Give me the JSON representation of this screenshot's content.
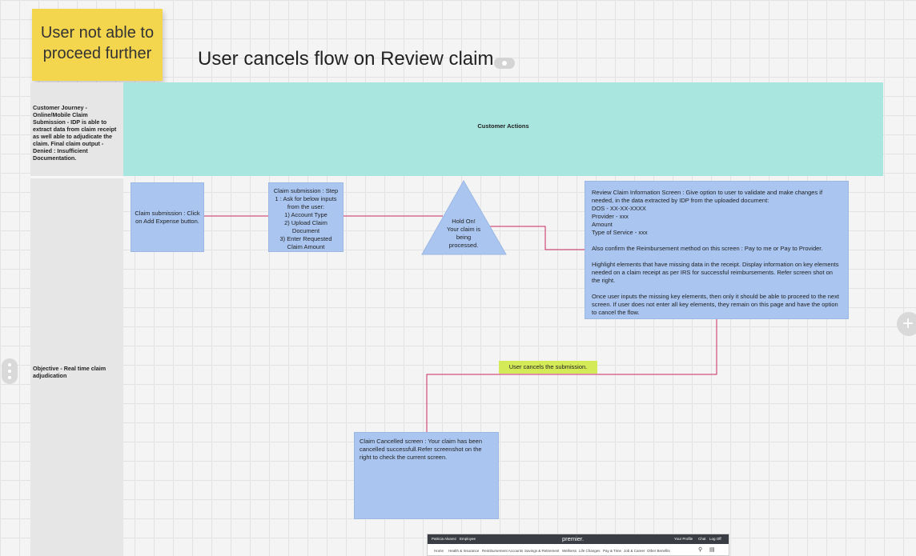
{
  "sticky_note": {
    "text": "User not able to proceed further"
  },
  "board_title": "User cancels flow on Review claim",
  "lanes": {
    "journey": "Customer Journey - Online/Mobile  Claim Submission - IDP is able to extract data from claim receipt as well able to adjudicate the claim. Final claim output - Denied : Insufficient Documentation.",
    "objective": "Objective - Real time claim adjudication",
    "header": "Customer Actions"
  },
  "nodes": {
    "claim_submission": "Claim submission : Click on Add Expense button.",
    "step1_lines": [
      "Claim submission : Step",
      "1 : Ask for below inputs",
      "from the user:",
      "1) Account Type",
      "2) Upload Claim",
      "Document",
      "3) Enter Requested",
      "Claim  Amount"
    ],
    "hold_on_lines": [
      "Hold On!",
      "Your claim is",
      "being",
      "processed."
    ],
    "review_lines": [
      "Review Claim Information Screen : Give option to user to validate and make changes if needed, in the data extracted by IDP from the uploaded document:",
      "DOS - XX-XX-XXXX",
      "Provider - xxx",
      "Amount",
      "Type of Service - xxx",
      "",
      "Also confirm the Reimbursement method on this screen : Pay to me or Pay to Provider.",
      "",
      "Highlight elements that have missing data in the receipt. Display information on key elements needed on a claim receipt as per IRS for successful reimbursements. Refer screen shot on the right.",
      "",
      "Once user inputs the missing key elements, then only it should be able to proceed to the next screen. If user does not enter all key elements, they remain on this page and have the option to cancel the flow."
    ],
    "cancel_label": "User cancels the submission.",
    "cancelled": "Claim Cancelled screen : Your claim has been cancelled successfull.Refer screenshot on the right to check the current screen."
  },
  "screenshot": {
    "brand": "premier.",
    "user": "Patricia Alvarez",
    "role": "Employee",
    "top_links": [
      "Your Profile",
      "Chat",
      "Log Off"
    ],
    "nav": [
      "Home",
      "Health & Insurance",
      "Reimbursement Accounts",
      "Savings & Retirement",
      "Wellness",
      "Life Changes",
      "Pay & Time",
      "Job & Career",
      "Other Benefits"
    ]
  },
  "colors": {
    "sticky": "#f4d64e",
    "header": "#a9e6df",
    "node": "#a9c5f0",
    "connector": "#c62a63",
    "label": "#d4ea57"
  }
}
